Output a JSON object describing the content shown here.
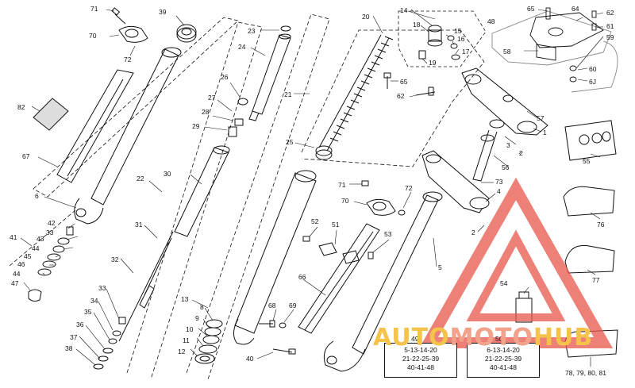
{
  "callouts": {
    "c71a": "71",
    "c39": "39",
    "c70a": "70",
    "c72a": "72",
    "c82": "82",
    "c67": "67",
    "c6": "6",
    "c41": "41",
    "c42": "42",
    "c33a": "33",
    "c43": "43",
    "c44a": "44",
    "c45": "45",
    "c46": "46",
    "c44b": "44",
    "c47": "47",
    "c23": "23",
    "c24": "24",
    "c26": "26",
    "c27": "27",
    "c28": "28",
    "c29": "29",
    "c30": "30",
    "c22": "22",
    "c31": "31",
    "c32": "32",
    "c33b": "33",
    "c34": "34",
    "c35": "35",
    "c36": "36",
    "c37": "37",
    "c38": "38",
    "c13": "13",
    "c8": "8",
    "c9": "9",
    "c10": "10",
    "c11": "11",
    "c12": "12",
    "c20": "20",
    "c21": "21",
    "c25": "25",
    "c14": "14",
    "c18": "18",
    "c15": "15",
    "c16": "16",
    "c19": "19",
    "c17": "17",
    "c48": "48",
    "c65a": "65",
    "c62a": "62",
    "c65b": "65",
    "c64": "64",
    "c62b": "62",
    "c61": "61",
    "c59": "59",
    "c58": "58",
    "c60": "60",
    "c63": "6J",
    "c57": "57",
    "c1": "1",
    "c3": "3",
    "c2a": "2",
    "c56": "56",
    "c73": "73",
    "c55": "55",
    "c4": "4",
    "c2b": "2",
    "c71b": "71",
    "c72b": "72",
    "c70b": "70",
    "c52": "52",
    "c51": "51",
    "c53": "53",
    "c5": "5",
    "c66": "66",
    "c68": "68",
    "c69": "69",
    "c40": "40",
    "c76": "76",
    "c77": "77",
    "c54": "54"
  },
  "kits": {
    "kit49": {
      "label": "49",
      "lines": [
        "5-13-14-20",
        "21-22-25-39",
        "40-41-48"
      ]
    },
    "kit50": {
      "label": "50",
      "lines": [
        "6-13-14-20",
        "21-22-25-39",
        "40-41-48"
      ]
    },
    "kit78": {
      "label": "78, 79, 80, 81"
    }
  },
  "watermark": {
    "part1": "AUTO",
    "part2": "MOTO",
    "part3": "HUB"
  },
  "colors": {
    "line": "#111111",
    "watermark_red": "#e8564a",
    "watermark_yellow": "#f5c34a",
    "watermark_pink": "#f2a28a"
  }
}
